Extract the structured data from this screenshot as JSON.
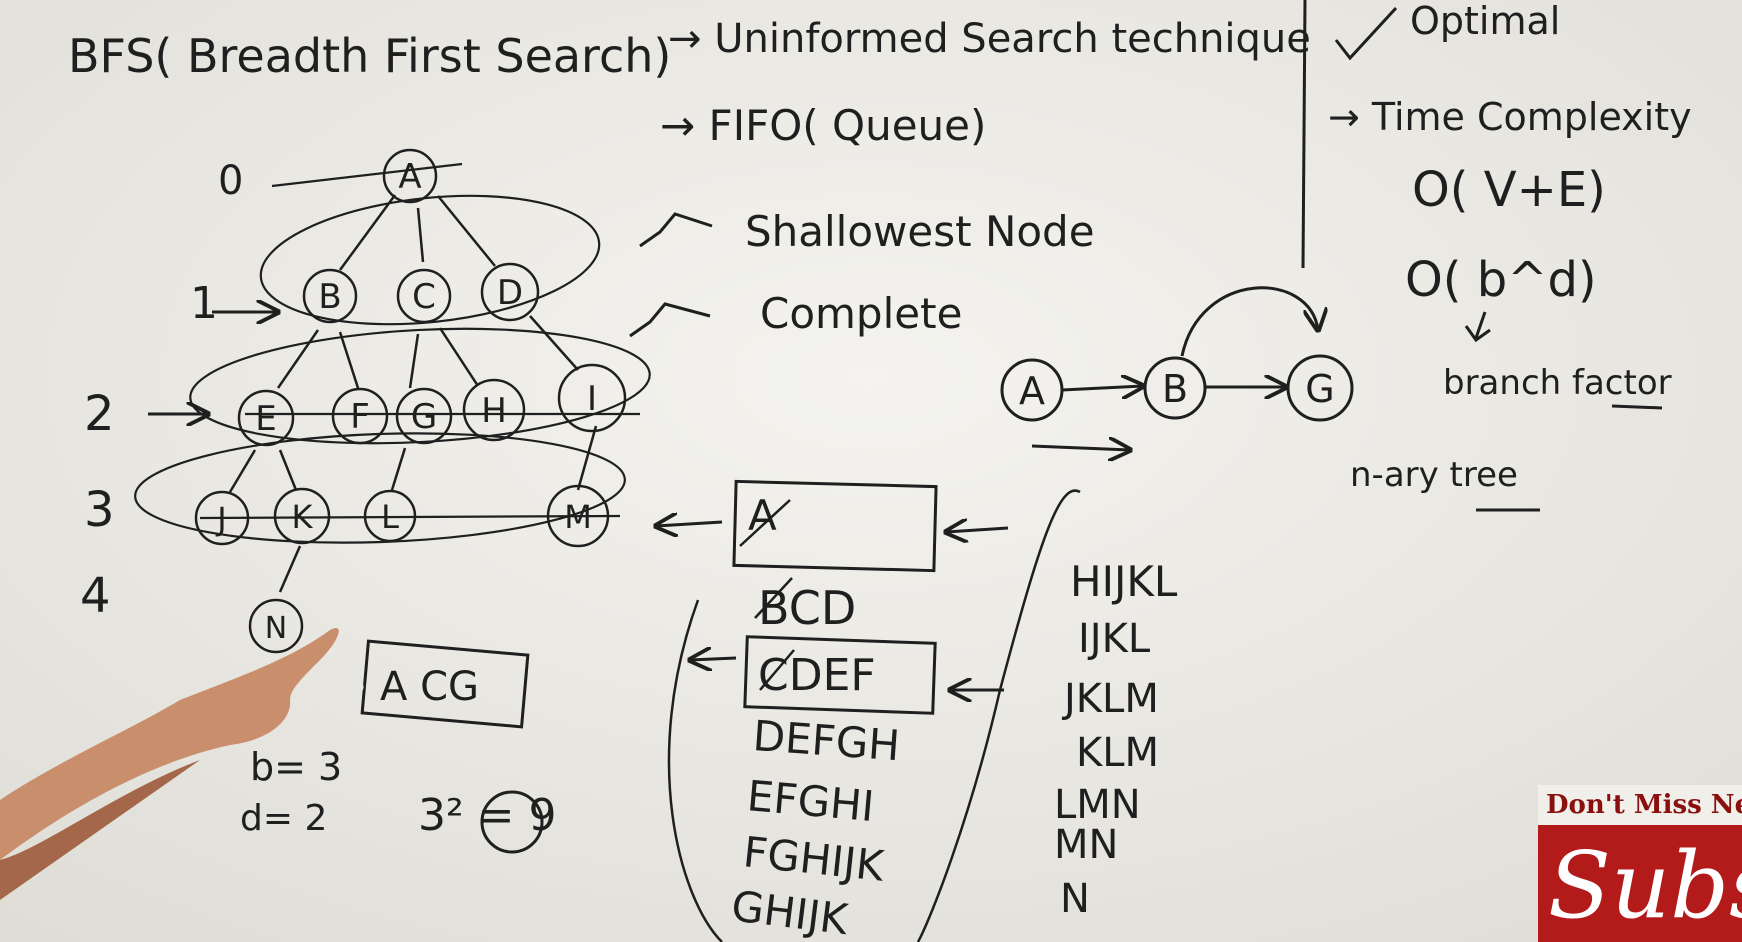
{
  "title": "BFS( Breadth First Search)",
  "facts": [
    "→ Uninformed Search technique",
    "→ FIFO( Queue)",
    "Shallowest Node",
    "Complete"
  ],
  "side_notes": {
    "optimal": "Optimal",
    "time_complexity": "→ Time Complexity",
    "formula_1": "O( V+E)",
    "formula_2": "O( b^d)",
    "branch_factor": "branch factor",
    "nary_tree": "n-ary tree"
  },
  "levels": [
    "0",
    "1",
    "2",
    "3",
    "4"
  ],
  "tree_nodes": [
    "A",
    "B",
    "C",
    "D",
    "E",
    "F",
    "G",
    "H",
    "I",
    "J",
    "K",
    "L",
    "M",
    "N"
  ],
  "small_graph": {
    "nodes": [
      "A",
      "B",
      "G"
    ]
  },
  "queue_box": "A",
  "queue_trace_left": [
    "BCD",
    "CDEF",
    "DEFGH",
    "EFGHI",
    "FGHIJK",
    "GHIJK"
  ],
  "queue_trace_right": [
    "HIJKL",
    "IJKL",
    "JKLM",
    "KLM",
    "LMN",
    "MN",
    "N"
  ],
  "visited_box": "A CG",
  "example": {
    "b": "b= 3",
    "d": "d= 2",
    "result": "3² = 9"
  },
  "banner": {
    "top": "Don't Miss New",
    "cta": "Subsc",
    "color": "#b31b1b"
  },
  "colors": {
    "board": "#ecebe6",
    "ink": "#1f1f1f"
  }
}
